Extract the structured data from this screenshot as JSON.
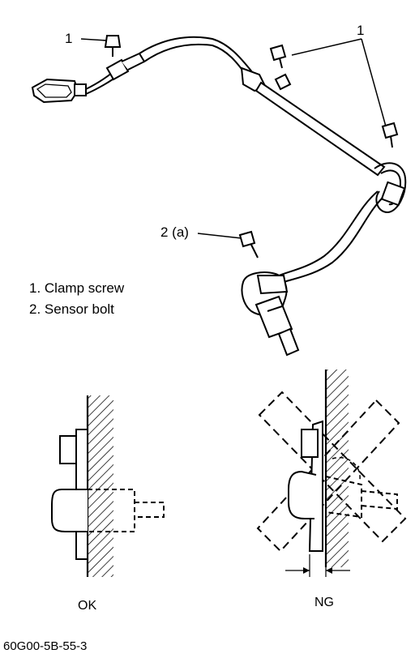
{
  "callouts": {
    "clamp_left": "1",
    "clamp_right": "1",
    "sensor_bolt": "2 (a)"
  },
  "legend": [
    {
      "label": "1. Clamp screw"
    },
    {
      "label": "2. Sensor bolt"
    }
  ],
  "detail_ok": {
    "caption": "OK"
  },
  "detail_ng": {
    "caption": "NG"
  },
  "reference_code": "60G00-5B-55-3",
  "colors": {
    "ink": "#000000",
    "paper": "#ffffff"
  },
  "icons": [
    "clamp-screw-icon",
    "sensor-bolt-icon",
    "wheel-speed-sensor-icon",
    "connector-icon"
  ]
}
